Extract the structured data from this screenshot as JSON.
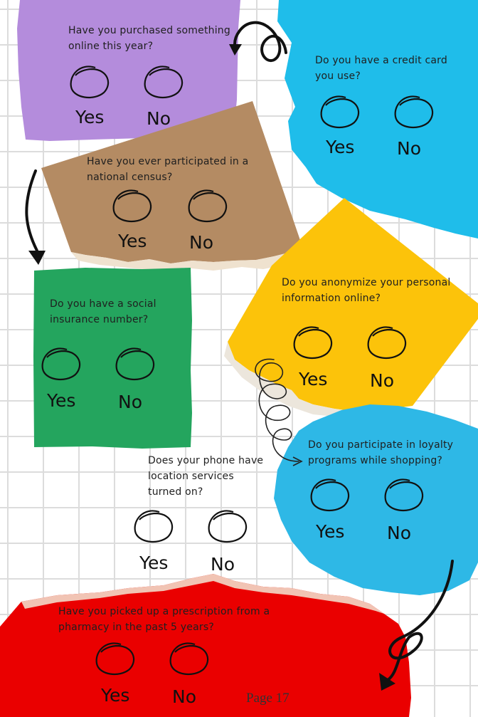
{
  "colors": {
    "purple": "#b48cdc",
    "cyan": "#1fbdea",
    "kraft": "#b48b63",
    "green": "#24a55e",
    "yellow": "#fcc30a",
    "blue": "#2eb8e6",
    "red": "#ea0000"
  },
  "answer_yes": "Yes",
  "answer_no": "No",
  "questions": [
    {
      "text": "Have you purchased something online this year?"
    },
    {
      "text": "Do you have a credit card you use?"
    },
    {
      "text": "Have you ever participated in a national census?"
    },
    {
      "text": "Do you have a social insurance number?"
    },
    {
      "text": "Do you anonymize your personal information online?"
    },
    {
      "text": "Do you participate in loyalty programs while shopping?"
    },
    {
      "text": "Does your phone have location services turned on?"
    },
    {
      "text": "Have you picked up a prescription from a pharmacy in the past 5 years?"
    }
  ],
  "page_label": "Page 17"
}
